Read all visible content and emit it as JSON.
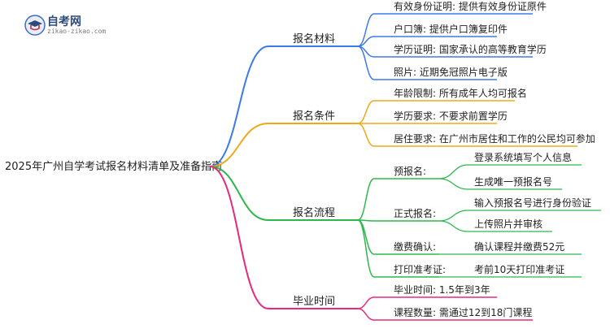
{
  "logo": {
    "name": "自考网",
    "url": "zikao-zikao.com"
  },
  "root": "2025年广州自学考试报名材料清单及准备指南",
  "branches": [
    {
      "label": "报名材料",
      "color": "#3b7be8",
      "items": [
        {
          "label": "有效身份证明: 提供有效身份证原件"
        },
        {
          "label": "户口簿: 提供户口簿复印件"
        },
        {
          "label": "学历证明: 国家承认的高等教育学历"
        },
        {
          "label": "照片: 近期免冠照片电子版"
        }
      ]
    },
    {
      "label": "报名条件",
      "color": "#f0a818",
      "items": [
        {
          "label": "年龄限制: 所有成年人均可报名"
        },
        {
          "label": "学历要求: 不要求前置学历"
        },
        {
          "label": "居住要求: 在广州市居住和工作的公民均可参加"
        }
      ]
    },
    {
      "label": "报名流程",
      "color": "#2db84c",
      "items": [
        {
          "label": "预报名:",
          "children": [
            "登录系统填写个人信息",
            "生成唯一预报名号"
          ]
        },
        {
          "label": "正式报名:",
          "children": [
            "输入预报名号进行身份验证",
            "上传照片并审核"
          ]
        },
        {
          "label": "缴费确认:",
          "children": [
            "确认课程并缴费52元"
          ]
        },
        {
          "label": "打印准考证:",
          "children": [
            "考前10天打印准考证"
          ]
        }
      ]
    },
    {
      "label": "毕业时间",
      "color": "#e8287a",
      "items": [
        {
          "label": "毕业时间: 1.5年到3年"
        },
        {
          "label": "课程数量: 需通过12到18门课程"
        }
      ]
    }
  ]
}
